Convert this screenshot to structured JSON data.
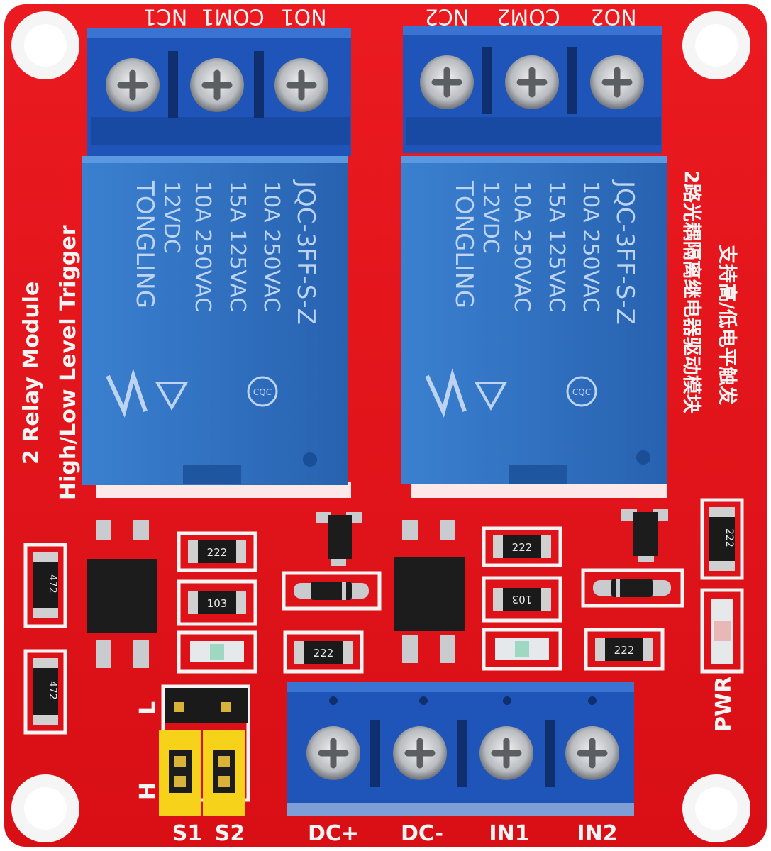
{
  "board": {
    "title": "2 Relay Module",
    "subtitle": "High/Low Level Trigger",
    "chinese_line1": "2路光耦隔离继电器驱动模块",
    "chinese_line2": "支持高/低电平触发",
    "pwr_label": "PWR"
  },
  "top_labels": {
    "relay1": [
      "NC1",
      "COM1",
      "NO1"
    ],
    "relay2": [
      "NO2",
      "COM2",
      "NC2"
    ]
  },
  "relays": [
    {
      "brand": "TONGLING",
      "voltage": "12VDC",
      "rating1": "10A 250VAC",
      "rating2": "15A 125VAC",
      "rating3": "10A 250VAC",
      "cert": "CQC",
      "model": "JQC-3FF-S-Z"
    },
    {
      "brand": "TONGLING",
      "voltage": "12VDC",
      "rating1": "10A 250VAC",
      "rating2": "15A 125VAC",
      "rating3": "10A 250VAC",
      "cert": "CQC",
      "model": "JQC-3FF-S-Z"
    }
  ],
  "resistor_codes": {
    "r_left_top": "472",
    "r_left_bottom": "472",
    "r1_a": "222",
    "r1_b": "103",
    "r1_c": "222",
    "r2_a": "222",
    "r2_b": "103",
    "r2_c": "222",
    "r_pwr": "222"
  },
  "jumper": {
    "label_low": "L",
    "label_high": "H",
    "s1": "S1",
    "s2": "S2"
  },
  "input_labels": [
    "DC+",
    "DC-",
    "IN1",
    "IN2"
  ],
  "colors": {
    "pcb": "#e8141c",
    "relay_blue": "#2a6fc0",
    "terminal_blue": "#1f55b8",
    "silkscreen": "#f4f4f4",
    "jumper_yellow": "#f6d21a"
  }
}
